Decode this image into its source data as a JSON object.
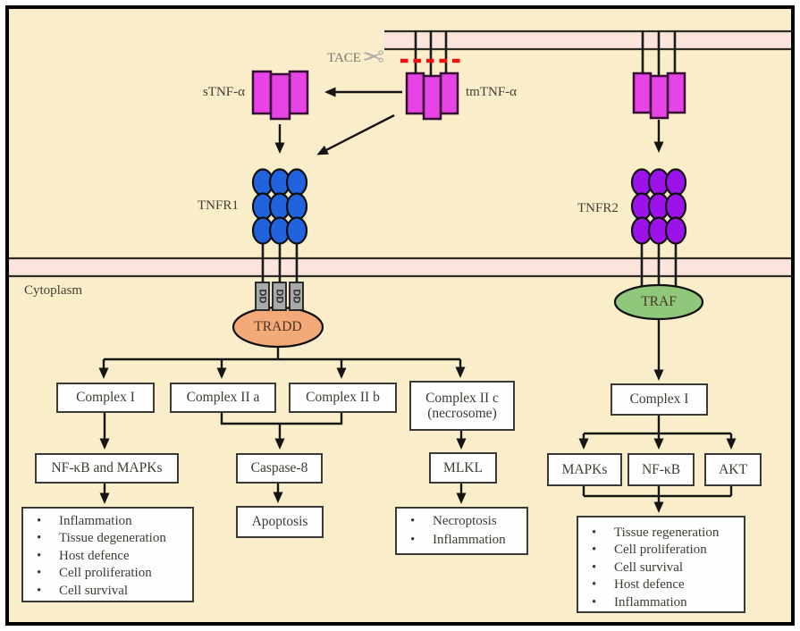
{
  "figure": {
    "type": "TNF signaling pathway diagram"
  },
  "colors": {
    "background": "#FAEECA",
    "membrane_fill": "#FAE4DB",
    "membrane_line": "#2F2C25",
    "tnf_ligand_magenta": "#E743E7",
    "tnfr1_blue": "#2063DD",
    "tnfr2_purple": "#9C12EB",
    "tradd_orange": "#F4A978",
    "traf_green": "#8FC87A",
    "death_domain_gray": "#A9A9A9",
    "cleavage_red": "#EE1111"
  },
  "extracellular": {
    "tace": "TACE",
    "stnf": "sTNF-α",
    "tmtnf": "tmTNF-α"
  },
  "membrane": {
    "cytoplasm": "Cytoplasm"
  },
  "tnfr1": {
    "label": "TNFR1",
    "adaptor": "TRADD",
    "death_domain": "DD"
  },
  "tnfr2": {
    "label": "TNFR2",
    "adaptor": "TRAF"
  },
  "left_branch": {
    "complex1": "Complex I",
    "complex2a": "Complex II a",
    "complex2b": "Complex II b",
    "complex2c_line1": "Complex II c",
    "complex2c_line2": "(necrosome)",
    "nfkb_mapks": "NF-κB and MAPKs",
    "caspase8": "Caspase-8",
    "mlkl": "MLKL",
    "apoptosis": "Apoptosis",
    "outcomes": [
      "Inflammation",
      "Tissue degeneration",
      "Host defence",
      "Cell proliferation",
      "Cell survival"
    ],
    "mlkl_outcomes": [
      "Necroptosis",
      "Inflammation"
    ]
  },
  "right_branch": {
    "complex1": "Complex I",
    "mapks": "MAPKs",
    "nfkb": "NF-κB",
    "akt": "AKT",
    "outcomes": [
      "Tissue regeneration",
      "Cell proliferation",
      "Cell survival",
      "Host defence",
      "Inflammation"
    ]
  }
}
